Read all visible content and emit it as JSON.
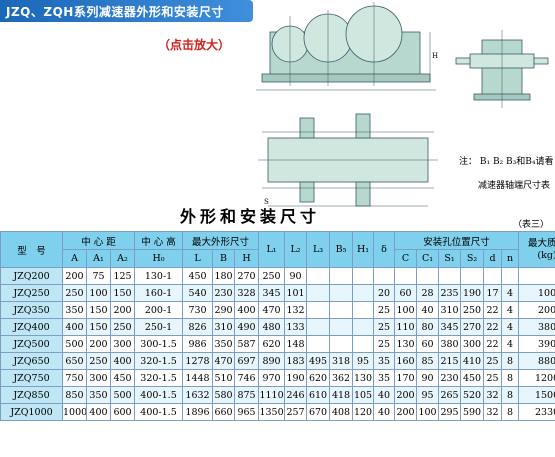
{
  "header": {
    "title": "JZQ、ZQH系列减速器外形和安装尺寸"
  },
  "zoom_label": "（点击放大）",
  "notes": {
    "line1": "注：  B₁ B₂ B₃和B₄请看",
    "line2": "减速器轴端尺寸表"
  },
  "drawing_labels": {
    "H0": "H₀",
    "S": "S"
  },
  "table": {
    "title": "外形和安装尺寸",
    "tag": "（表三）",
    "headers": {
      "model": "型　号",
      "center_distance": "中 心 距",
      "center_height": "中 心 高",
      "max_outline": "最大外形尺寸",
      "mounting": "安装孔位置尺寸",
      "max_weight": "最大质量 (kg)"
    },
    "subheaders": [
      "A",
      "A₁",
      "A₂",
      "H₀",
      "L",
      "B",
      "H",
      "L₁",
      "L₂",
      "L₃",
      "B₅",
      "H₁",
      "δ",
      "C",
      "C₁",
      "S₁",
      "S₂",
      "d",
      "n"
    ],
    "rows": [
      [
        "JZQ200",
        "200",
        "75",
        "125",
        "130-1",
        "450",
        "180",
        "270",
        "250",
        "90",
        "",
        "",
        "",
        "",
        "",
        "",
        "",
        "",
        "",
        "",
        ""
      ],
      [
        "JZQ250",
        "250",
        "100",
        "150",
        "160-1",
        "540",
        "230",
        "328",
        "345",
        "101",
        "",
        "",
        "",
        "20",
        "60",
        "28",
        "235",
        "190",
        "17",
        "4",
        "100"
      ],
      [
        "JZQ350",
        "350",
        "150",
        "200",
        "200-1",
        "730",
        "290",
        "400",
        "470",
        "132",
        "",
        "",
        "",
        "25",
        "100",
        "40",
        "310",
        "250",
        "22",
        "4",
        "200"
      ],
      [
        "JZQ400",
        "400",
        "150",
        "250",
        "250-1",
        "826",
        "310",
        "490",
        "480",
        "133",
        "",
        "",
        "",
        "25",
        "110",
        "80",
        "345",
        "270",
        "22",
        "4",
        "380"
      ],
      [
        "JZQ500",
        "500",
        "200",
        "300",
        "300-1.5",
        "986",
        "350",
        "587",
        "620",
        "148",
        "",
        "",
        "",
        "25",
        "130",
        "60",
        "380",
        "300",
        "22",
        "4",
        "390"
      ],
      [
        "JZQ650",
        "650",
        "250",
        "400",
        "320-1.5",
        "1278",
        "470",
        "697",
        "890",
        "183",
        "495",
        "318",
        "95",
        "35",
        "160",
        "85",
        "215",
        "410",
        "25",
        "8",
        "880"
      ],
      [
        "JZQ750",
        "750",
        "300",
        "450",
        "320-1.5",
        "1448",
        "510",
        "746",
        "970",
        "190",
        "620",
        "362",
        "130",
        "35",
        "170",
        "90",
        "230",
        "450",
        "25",
        "8",
        "1200"
      ],
      [
        "JZQ850",
        "850",
        "350",
        "500",
        "400-1.5",
        "1632",
        "580",
        "875",
        "1110",
        "246",
        "610",
        "418",
        "105",
        "40",
        "200",
        "95",
        "265",
        "520",
        "32",
        "8",
        "1500"
      ],
      [
        "JZQ1000",
        "1000",
        "400",
        "600",
        "400-1.5",
        "1896",
        "660",
        "965",
        "1350",
        "257",
        "670",
        "408",
        "120",
        "40",
        "200",
        "100",
        "295",
        "590",
        "32",
        "8",
        "2330"
      ]
    ]
  },
  "colors": {
    "title_bar": "#1b67b8",
    "zoom_text": "#d0201a",
    "header_fill": "#7fd0ec",
    "row_alt": "#e6f6fc",
    "grid": "#7a9ec7"
  }
}
